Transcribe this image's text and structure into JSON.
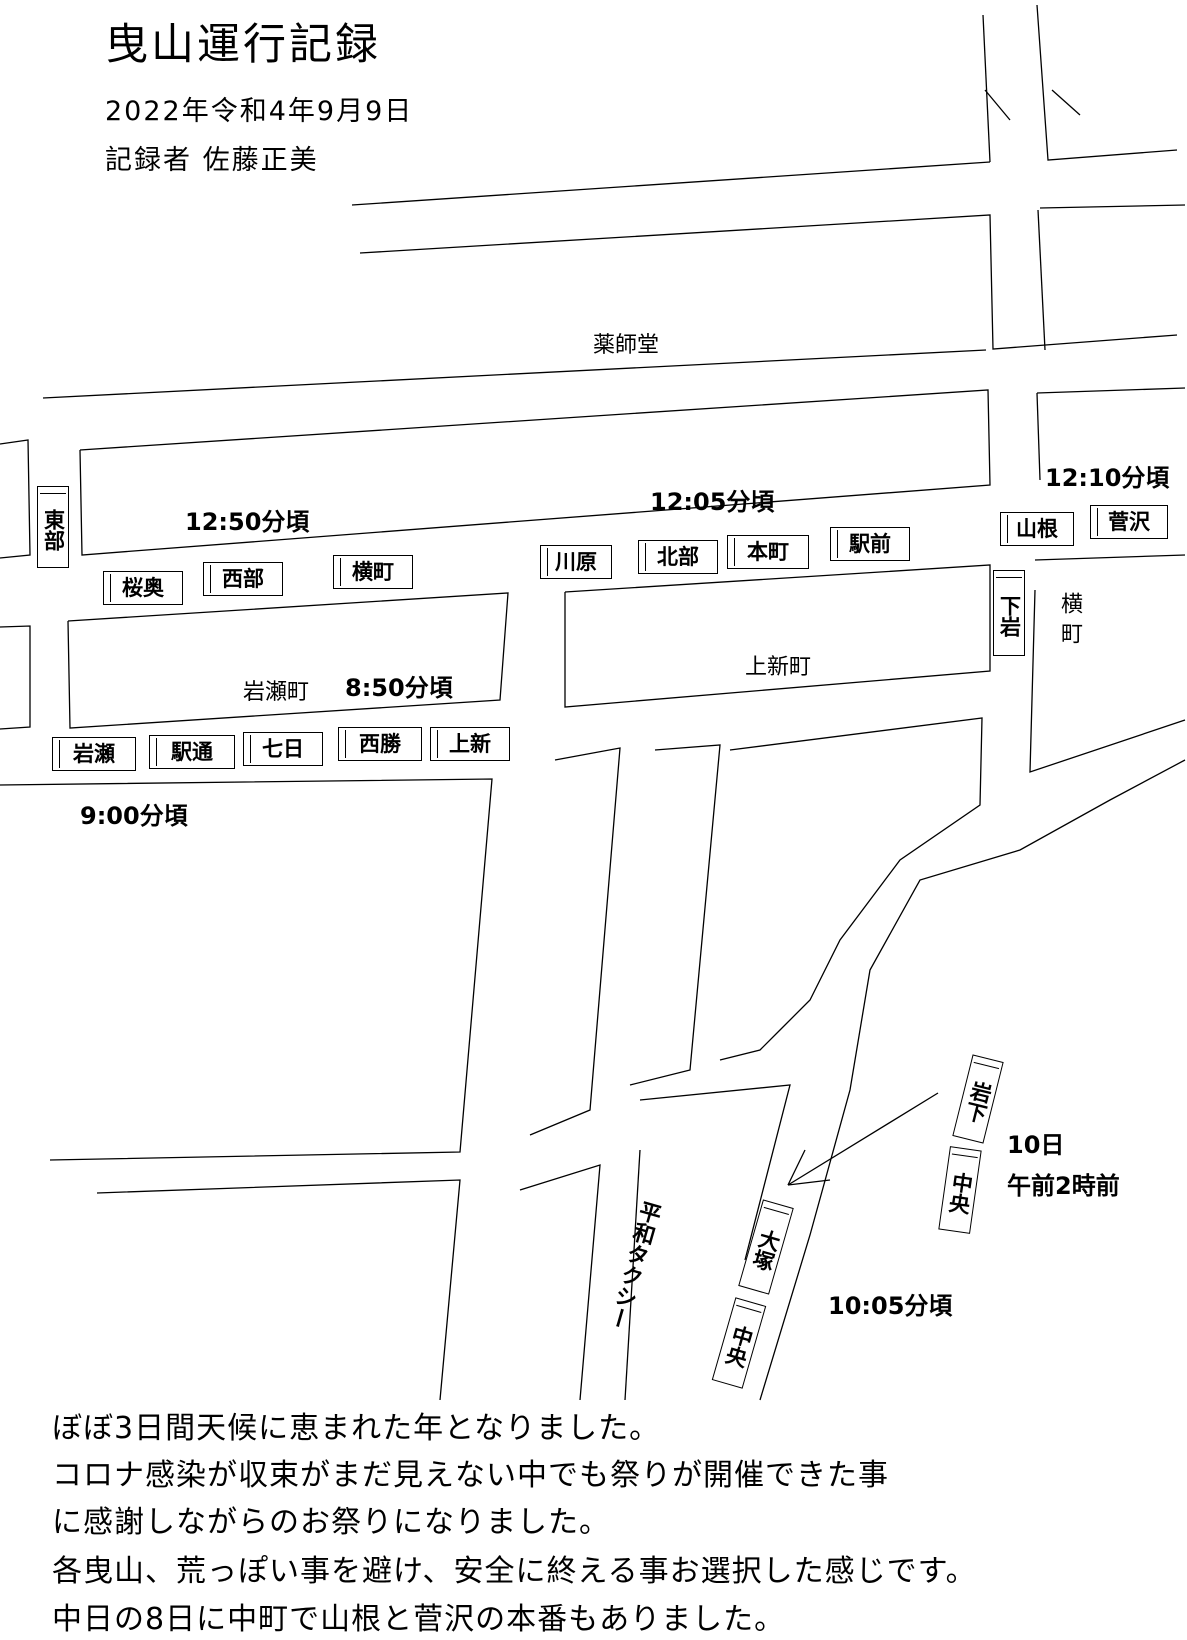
{
  "header": {
    "title": "曳山運行記録",
    "date": "2022年令和4年9月9日",
    "recorder": "記録者 佐藤正美"
  },
  "places": {
    "yakushido": "薬師堂",
    "iwase_cho": "岩瀬町",
    "kamishin_cho": "上新町",
    "yoko_cho": "横町"
  },
  "times": {
    "t1250": "12:50分頃",
    "t1205": "12:05分頃",
    "t1210": "12:10分頃",
    "t0850": "8:50分頃",
    "t0900": "9:00分頃",
    "day10": "10日",
    "before2am": "午前2時前",
    "t1005": "10:05分頃"
  },
  "floats": {
    "higashibe": "東部",
    "ouou": "桜奥",
    "nishibe1": "西部",
    "yokocho": "横町",
    "kawahara": "川原",
    "hokubu": "北部",
    "honmachi": "本町",
    "ekimae": "駅前",
    "yamane": "山根",
    "sugesawa": "菅沢",
    "shimoiwa": "下岩",
    "iwase": "岩瀬",
    "ekidori": "駅通",
    "nanoka": "七日",
    "nishikatsu": "西勝",
    "kamishin": "上新",
    "iwashita": "岩下",
    "chuo1": "中央",
    "otsuka": "大塚",
    "chuo2": "中央"
  },
  "taxi": "平和タクシー",
  "notes": [
    "ぼぼ3日間天候に恵まれた年となりました。",
    "コロナ感染が収束がまだ見えない中でも祭りが開催できた事",
    "に感謝しながらのお祭りになりました。",
    "各曳山、荒っぽい事を避け、安全に終える事お選択した感じです。",
    "中日の8日に中町で山根と菅沢の本番もありました。"
  ]
}
